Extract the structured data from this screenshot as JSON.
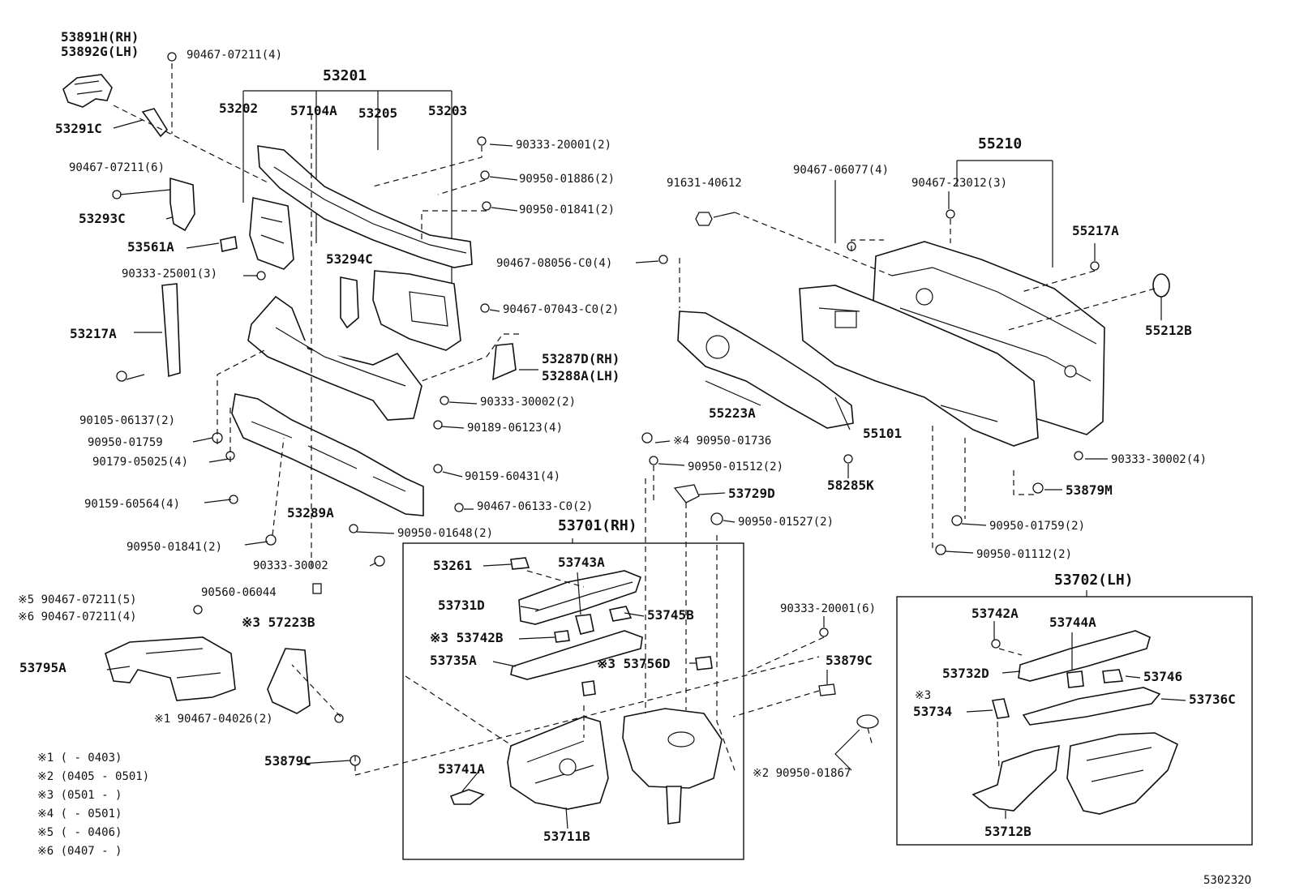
{
  "groups": {
    "g53201": "53201",
    "g55210": "55210",
    "g53701": "53701(RH)",
    "g53702": "53702(LH)"
  },
  "labels": {
    "p53891H": "53891H(RH)",
    "p53892G": "53892G(LH)",
    "p90467_07211_4": "90467-07211(4)",
    "p53202": "53202",
    "p57104A": "57104A",
    "p53205": "53205",
    "p53203": "53203",
    "p53291C": "53291C",
    "p90333_20001_2": "90333-20001(2)",
    "p90467_07211_6": "90467-07211(6)",
    "p90950_01886_2": "90950-01886(2)",
    "p90950_01841_2a": "90950-01841(2)",
    "p53293C": "53293C",
    "p53561A": "53561A",
    "p53294C": "53294C",
    "p90467_08056": "90467-08056-C0(4)",
    "p90333_25001_3": "90333-25001(3)",
    "p90467_07043": "90467-07043-C0(2)",
    "p53217A_l": "53217A",
    "p53287D": "53287D(RH)",
    "p53288A": "53288A(LH)",
    "p90105_06137_2": "90105-06137(2)",
    "p90333_30002_2": "90333-30002(2)",
    "p90950_01759_l": "90950-01759",
    "p90189_06123_4": "90189-06123(4)",
    "p90179_05025_4": "90179-05025(4)",
    "p90159_60431_4": "90159-60431(4)",
    "p90159_60564_4": "90159-60564(4)",
    "p90467_06133": "90467-06133-C0(2)",
    "p53289A": "53289A",
    "p90950_01648_2": "90950-01648(2)",
    "p90950_01841_2b": "90950-01841(2)",
    "p90333_30002": "90333-30002",
    "p90560_06044": "90560-06044",
    "p90467_07211_5": "※5 90467-07211(5)",
    "p90467_07211_4b": "※6 90467-07211(4)",
    "p57223B": "※3 57223B",
    "p53795A": "53795A",
    "p90467_04026_2": "※1 90467-04026(2)",
    "p53879C_l": "53879C",
    "p55210_sub_91631": "91631-40612",
    "p90467_06077_4": "90467-06077(4)",
    "p90467_23012_3": "90467-23012(3)",
    "p55217A": "55217A",
    "p55212B": "55212B",
    "p55223A": "55223A",
    "p55101": "55101",
    "p90950_01736": "※4 90950-01736",
    "p90950_01512_2": "90950-01512(2)",
    "p58285K": "58285K",
    "p90333_30002_4": "90333-30002(4)",
    "p53879M": "53879M",
    "p53729D": "53729D",
    "p90950_01527_2": "90950-01527(2)",
    "p90950_01759_2": "90950-01759(2)",
    "p90950_01112_2": "90950-01112(2)",
    "p53261": "53261",
    "p53743A": "53743A",
    "p53731D": "53731D",
    "p53745B": "53745B",
    "p53742B": "※3 53742B",
    "p53735A": "53735A",
    "p53756D": "※3 53756D",
    "p53741A": "53741A",
    "p53711B": "53711B",
    "p90333_20001_6": "90333-20001(6)",
    "p53879C_r": "53879C",
    "p90950_01867": "※2 90950-01867",
    "p53742A": "53742A",
    "p53744A": "53744A",
    "p53732D": "53732D",
    "p53746": "53746",
    "p53734_mark": "※3",
    "p53734": "53734",
    "p53736C": "53736C",
    "p53712B": "53712B"
  },
  "notes": [
    "※1 (      - 0403)",
    "※2 (0405 - 0501)",
    "※3 (0501 -      )",
    "※4 (      - 0501)",
    "※5 (      - 0406)",
    "※6 (0407 -      )"
  ],
  "figure_code": "530232O"
}
